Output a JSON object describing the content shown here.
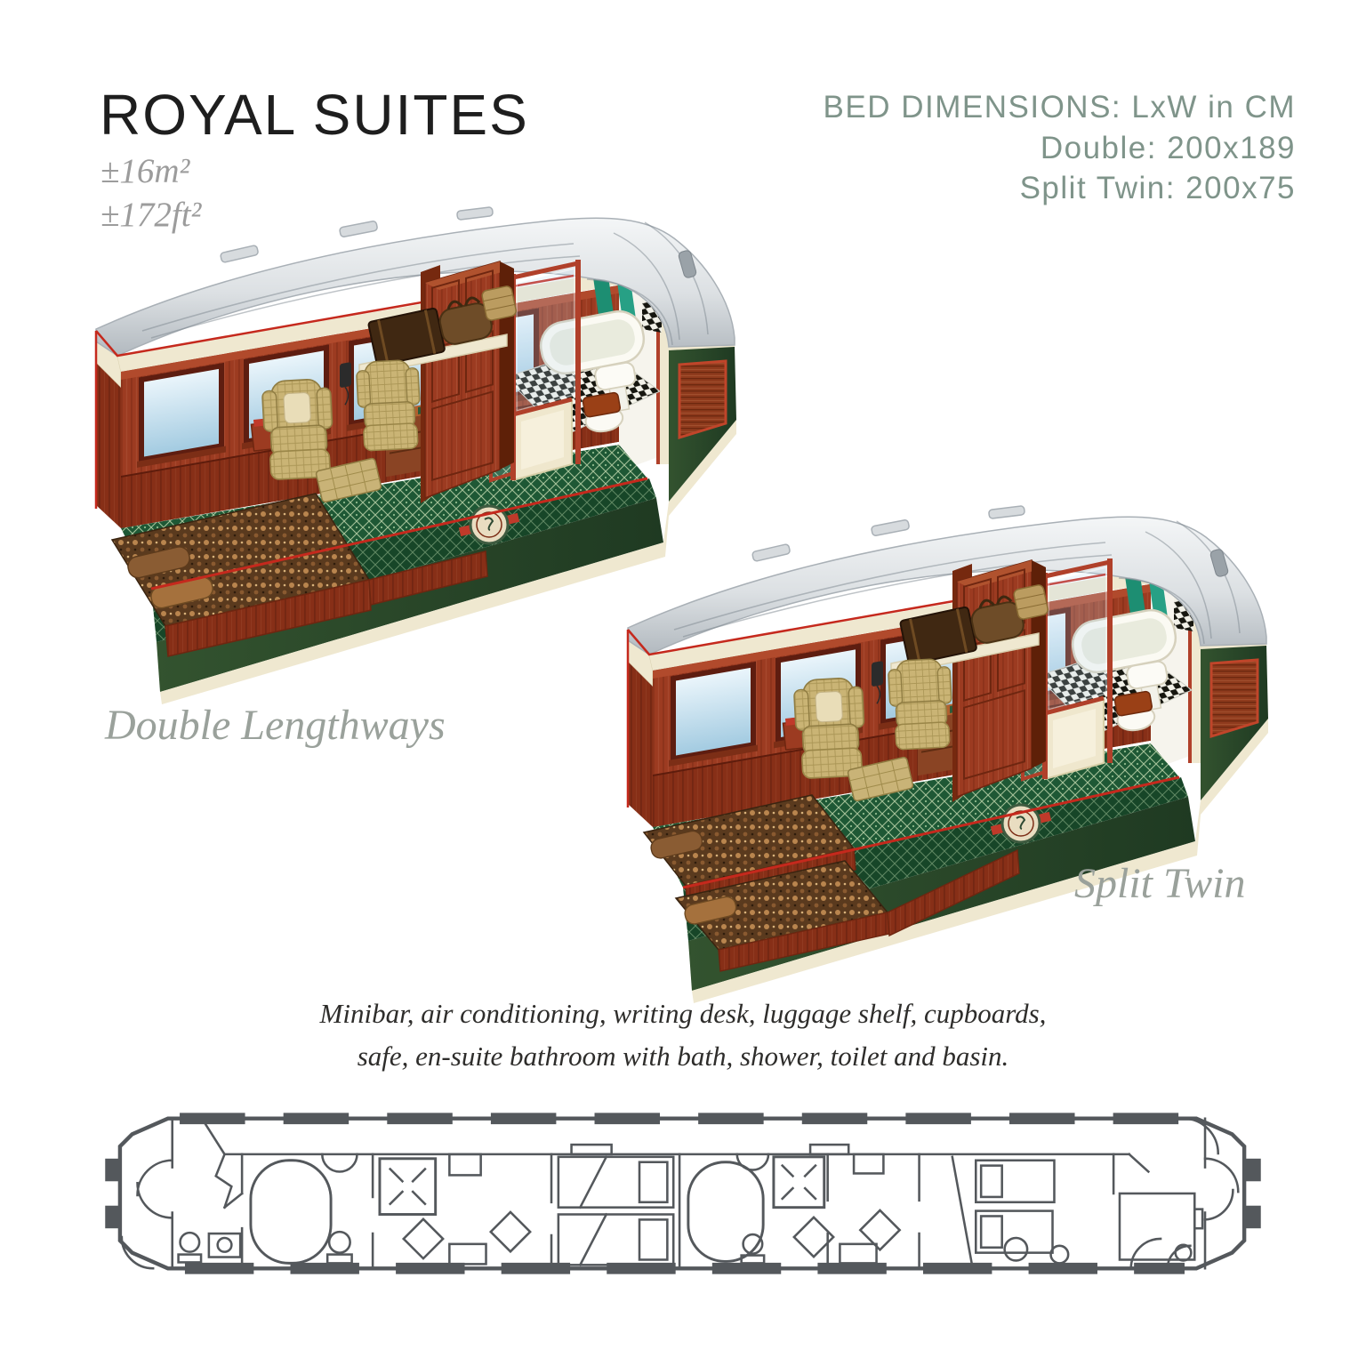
{
  "header": {
    "title": "ROYAL SUITES",
    "area_m2": "±16m²",
    "area_ft2": "±172ft²"
  },
  "bed_dimensions": {
    "heading": "BED DIMENSIONS: LxW in CM",
    "double": "Double: 200x189",
    "split_twin": "Split Twin: 200x75"
  },
  "illustrations": {
    "first_caption": "Double Lengthways",
    "second_caption": "Split Twin",
    "badge_icon": "rovos-rail-emblem"
  },
  "amenities": {
    "line1": "Minibar, air conditioning, writing desk, luggage shelf, cupboards,",
    "line2": "safe, en-suite bathroom with bath, shower, toilet and basin."
  },
  "floorplan": {
    "type": "train-carriage-floor-plan"
  },
  "colors": {
    "accent_green": "#7f948a",
    "caption_gray": "#9aa19b",
    "title_black": "#1e1e1e",
    "train_green": "#2a452c",
    "train_red": "#9c3b21",
    "carpet_green": "#1e5835",
    "roof_silver": "#c6ccd1",
    "cream": "#efe8d0",
    "plan_gray": "#54585c",
    "towel_teal": "#1d8e72",
    "sky_blue": "#a3cbe1"
  }
}
